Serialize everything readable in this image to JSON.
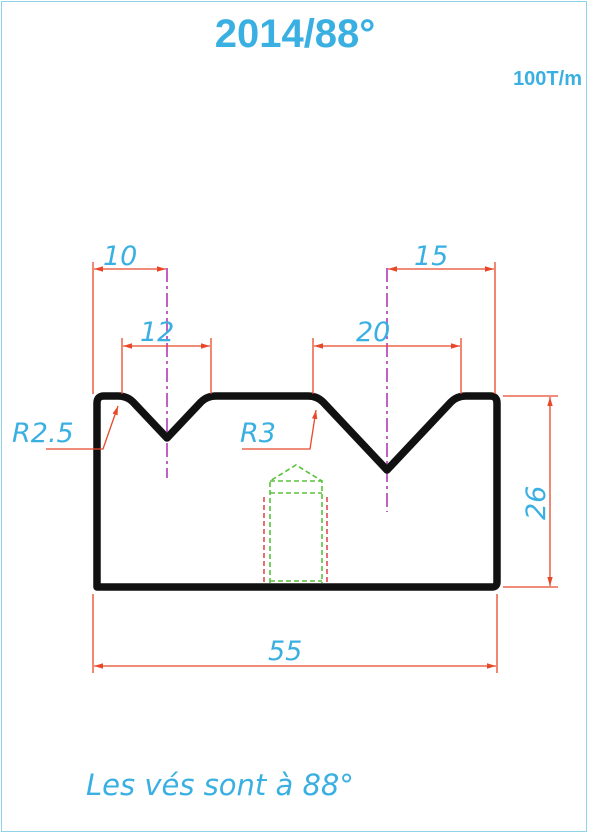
{
  "header": {
    "title": "2014/88°",
    "capacity": "100T/m"
  },
  "dimensions": {
    "left_vee_offset": "10",
    "left_vee_width": "12",
    "right_vee_width": "20",
    "right_vee_offset": "15",
    "left_radius": "R2.5",
    "right_radius": "R3",
    "height": "26",
    "total_width": "55"
  },
  "footer": {
    "note": "Les vés sont à 88°"
  },
  "colors": {
    "title": "#3ab0e2",
    "dimension_line": "#e8482a",
    "profile": "#111111",
    "centerline": "#b03ab8",
    "hidden_green": "#58c23a",
    "hidden_red": "#e03030"
  }
}
